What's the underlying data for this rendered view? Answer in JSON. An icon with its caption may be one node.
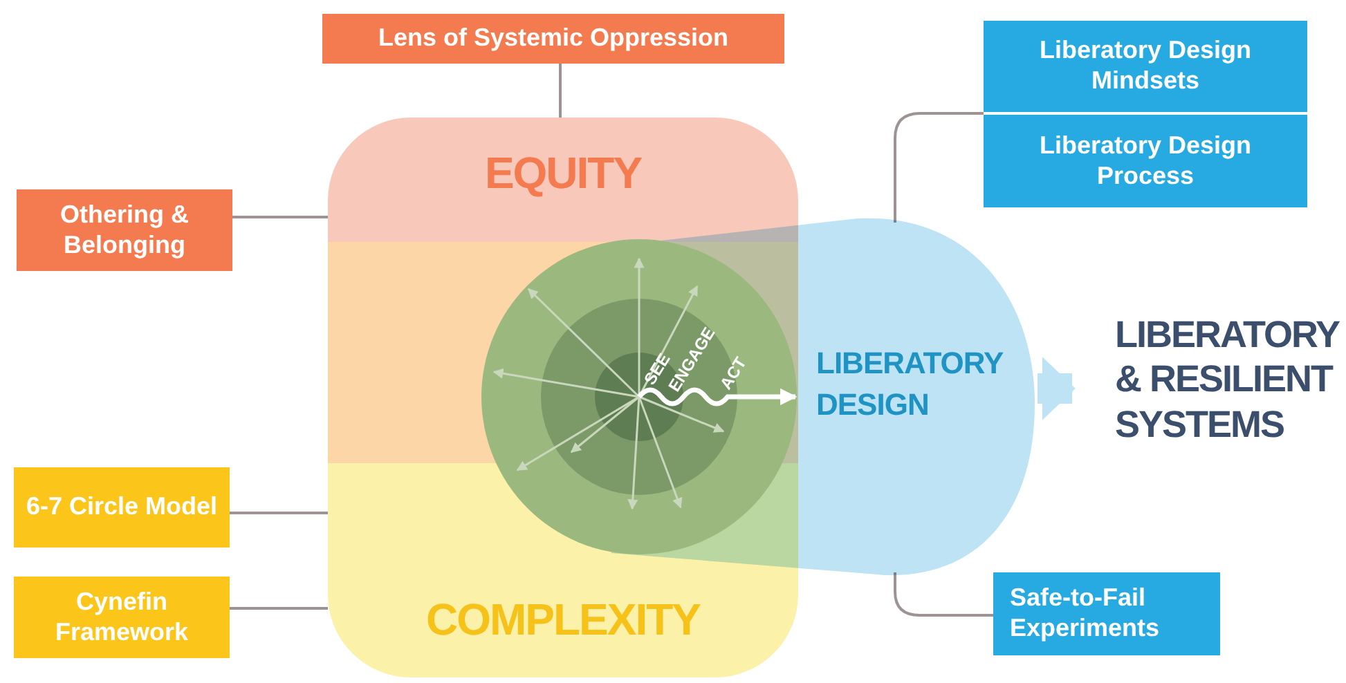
{
  "diagram": {
    "nodes": [
      {
        "text": [
          "Lens of Systemic Oppression"
        ]
      },
      {
        "text": [
          "EQUITY"
        ]
      },
      {
        "text": [
          "Othering & Belonging"
        ]
      },
      {
        "text": [
          "Liberatory Design Mindsets"
        ]
      },
      {
        "text": [
          "Liberatory Design Process"
        ]
      },
      {
        "text": [
          "SEE",
          "ENGAGE",
          "ACT"
        ]
      },
      {
        "text": [
          "LIBERATORY DESIGN"
        ]
      },
      {
        "text": [
          "LIBERATORY & RESILIENT SYSTEMS"
        ]
      },
      {
        "text": [
          "6-7 Circle Model"
        ]
      },
      {
        "text": [
          "Cynefin Framework"
        ]
      },
      {
        "text": [
          "Safe-to-Fail Experiments"
        ]
      },
      {
        "text": [
          "COMPLEXITY"
        ]
      }
    ],
    "edges": [
      {
        "from": 0,
        "to": 1,
        "arrow": "none"
      },
      {
        "from": 2,
        "to": 1,
        "arrow": "none"
      },
      {
        "from": 3,
        "to": 6,
        "arrow": "none"
      },
      {
        "from": 4,
        "to": 6,
        "arrow": "none"
      },
      {
        "from": 6,
        "to": 7,
        "arrow": "to",
        "style": "thick",
        "color": "#bde3f5"
      },
      {
        "from": 8,
        "to": 11,
        "arrow": "none"
      },
      {
        "from": 9,
        "to": 11,
        "arrow": "none"
      },
      {
        "from": 10,
        "to": 6,
        "arrow": "none"
      }
    ]
  }
}
